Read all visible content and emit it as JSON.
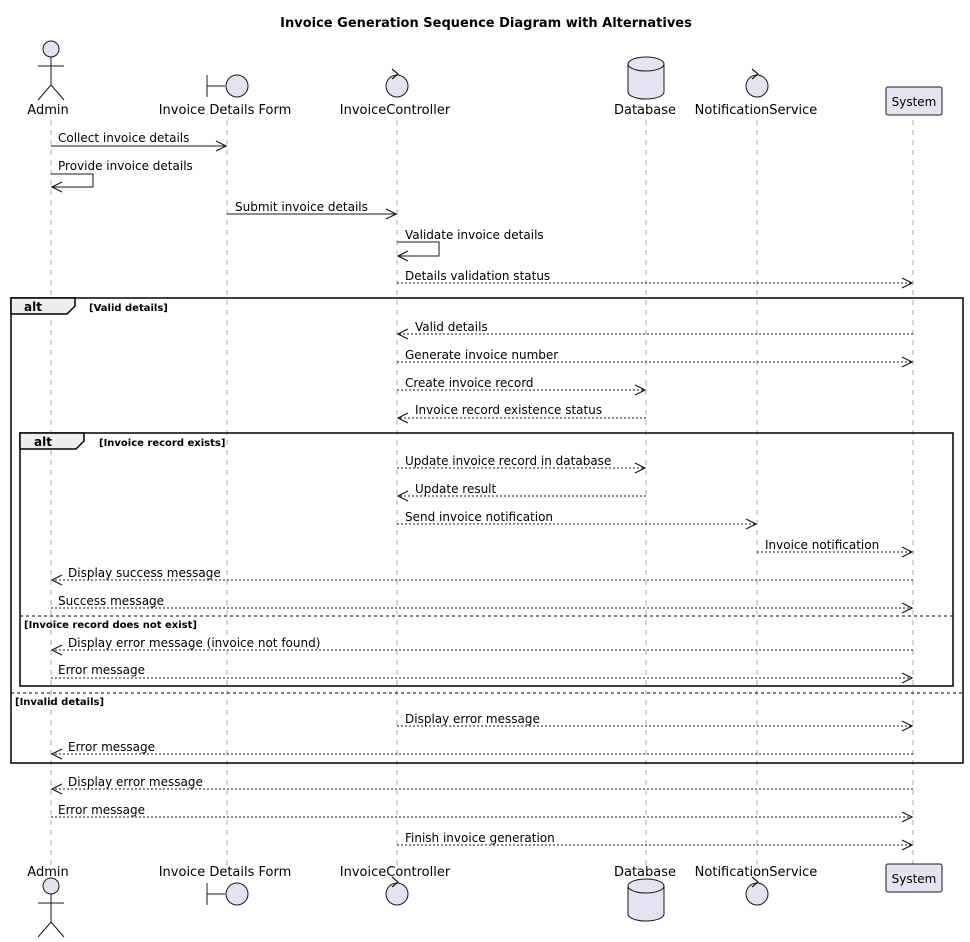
{
  "title": "Invoice Generation Sequence Diagram with Alternatives",
  "participants": [
    {
      "id": "admin",
      "label": "Admin",
      "kind": "actor",
      "icon": "actor-stick-figure-icon"
    },
    {
      "id": "form",
      "label": "Invoice Details Form",
      "kind": "boundary",
      "icon": "boundary-icon"
    },
    {
      "id": "controller",
      "label": "InvoiceController",
      "kind": "control",
      "icon": "control-icon"
    },
    {
      "id": "db",
      "label": "Database",
      "kind": "database",
      "icon": "database-cylinder-icon"
    },
    {
      "id": "notif",
      "label": "NotificationService",
      "kind": "control",
      "icon": "control-icon"
    },
    {
      "id": "system",
      "label": "System",
      "kind": "box"
    }
  ],
  "messages": [
    {
      "from": "admin",
      "to": "form",
      "label": "Collect invoice details",
      "style": "solid"
    },
    {
      "from": "admin",
      "to": "admin",
      "label": "Provide invoice details",
      "style": "solid"
    },
    {
      "from": "form",
      "to": "controller",
      "label": "Submit invoice details",
      "style": "solid"
    },
    {
      "from": "controller",
      "to": "controller",
      "label": "Validate invoice details",
      "style": "solid"
    },
    {
      "from": "controller",
      "to": "system",
      "label": "Details validation status",
      "style": "dashed"
    },
    {
      "from": "system",
      "to": "controller",
      "label": "Valid details",
      "style": "dashed"
    },
    {
      "from": "controller",
      "to": "system",
      "label": "Generate invoice number",
      "style": "dashed"
    },
    {
      "from": "controller",
      "to": "db",
      "label": "Create invoice record",
      "style": "dashed"
    },
    {
      "from": "db",
      "to": "controller",
      "label": "Invoice record existence status",
      "style": "dashed"
    },
    {
      "from": "controller",
      "to": "db",
      "label": "Update invoice record in database",
      "style": "dashed"
    },
    {
      "from": "db",
      "to": "controller",
      "label": "Update result",
      "style": "dashed"
    },
    {
      "from": "controller",
      "to": "notif",
      "label": "Send invoice notification",
      "style": "dashed"
    },
    {
      "from": "notif",
      "to": "system",
      "label": "Invoice notification",
      "style": "dashed"
    },
    {
      "from": "system",
      "to": "admin",
      "label": "Display success message",
      "style": "dashed"
    },
    {
      "from": "admin",
      "to": "system",
      "label": "Success message",
      "style": "dashed"
    },
    {
      "from": "system",
      "to": "admin",
      "label": "Display error message (invoice not found)",
      "style": "dashed"
    },
    {
      "from": "admin",
      "to": "system",
      "label": "Error message",
      "style": "dashed"
    },
    {
      "from": "controller",
      "to": "system",
      "label": "Display error message",
      "style": "dashed"
    },
    {
      "from": "system",
      "to": "admin",
      "label": "Error message",
      "style": "dashed"
    },
    {
      "from": "system",
      "to": "admin",
      "label": "Display error message",
      "style": "dashed"
    },
    {
      "from": "admin",
      "to": "system",
      "label": "Error message",
      "style": "dashed"
    },
    {
      "from": "controller",
      "to": "system",
      "label": "Finish invoice generation",
      "style": "dashed"
    }
  ],
  "fragments": [
    {
      "id": "outer",
      "label": "alt",
      "guard": "[Valid details]",
      "else_guard": "[Invalid details]"
    },
    {
      "id": "inner",
      "label": "alt",
      "guard": "[Invoice record exists]",
      "else_guard": "[Invoice record does not exist]"
    }
  ]
}
